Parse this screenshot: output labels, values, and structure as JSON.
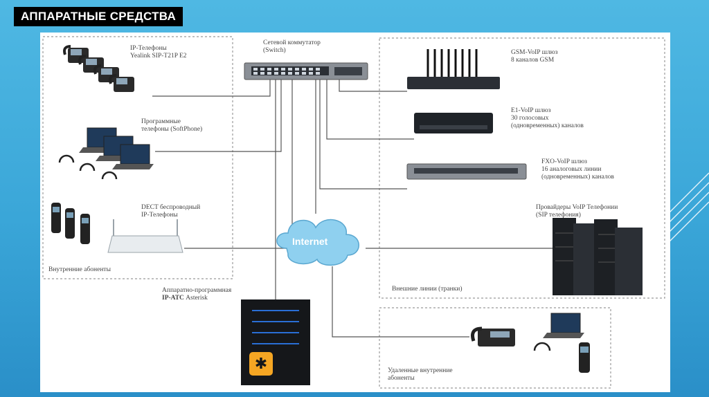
{
  "slide": {
    "title": "АППАРАТНЫЕ СРЕДСТВА"
  },
  "diagram": {
    "switch": [
      "Сетевой коммутатор",
      "(Switch)"
    ],
    "ip_phones": [
      "IP-Телефоны",
      "Yealink SIP-T21P E2"
    ],
    "softphones": [
      "Программные",
      "телефоны (SoftPhone)"
    ],
    "dect": [
      "DECT беспроводный",
      "IP-Телефоны"
    ],
    "internal_group": "Внутренние абоненты",
    "gsm_gateway": [
      "GSM-VoIP шлюз",
      "8 каналов GSM"
    ],
    "e1_gateway": [
      "E1-VoIP шлюз",
      "30 голосовых",
      "(одновременных) каналов"
    ],
    "fxo_gateway": [
      "FXO-VoIP шлюз",
      "16 аналоговых линии",
      "(одновременных) каналов"
    ],
    "voip_providers": [
      "Провайдеры VoIP Телефонии",
      "(SIP телефония)"
    ],
    "external_group": "Внешние линии (транки)",
    "internet": "Internet",
    "pbx": [
      "Аппаратно-программная",
      "IP-АТС",
      "Asterisk"
    ],
    "remote_group": [
      "Удаленные внутренние",
      "абоненты"
    ]
  },
  "colors": {
    "accent": "#3aa6d8",
    "pbx_logo": "#f5a623",
    "cloud": "#8fd0ef",
    "line": "#555555"
  }
}
